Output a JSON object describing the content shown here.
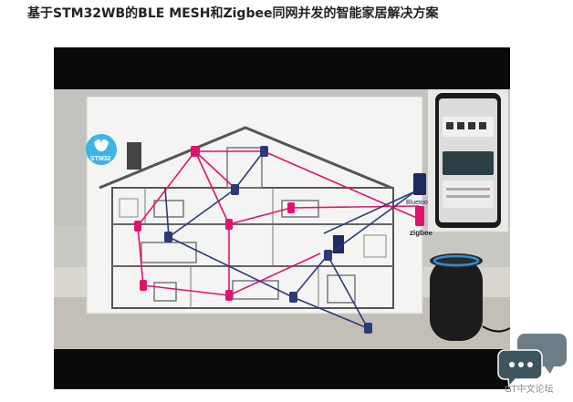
{
  "article": {
    "title": "基于STM32WB的BLE MESH和Zigbee同网并发的智能家居解决方案"
  },
  "video": {
    "logo_text": "STM32",
    "bluetooth_label": "Bluetooth",
    "zigbee_label": "zigbee"
  },
  "watermark": {
    "text": "GT中文论坛"
  },
  "colors": {
    "bluetooth_link": "#2d3a7a",
    "zigbee_link": "#e0146e",
    "stm32_logo": "#3cb4e5"
  }
}
